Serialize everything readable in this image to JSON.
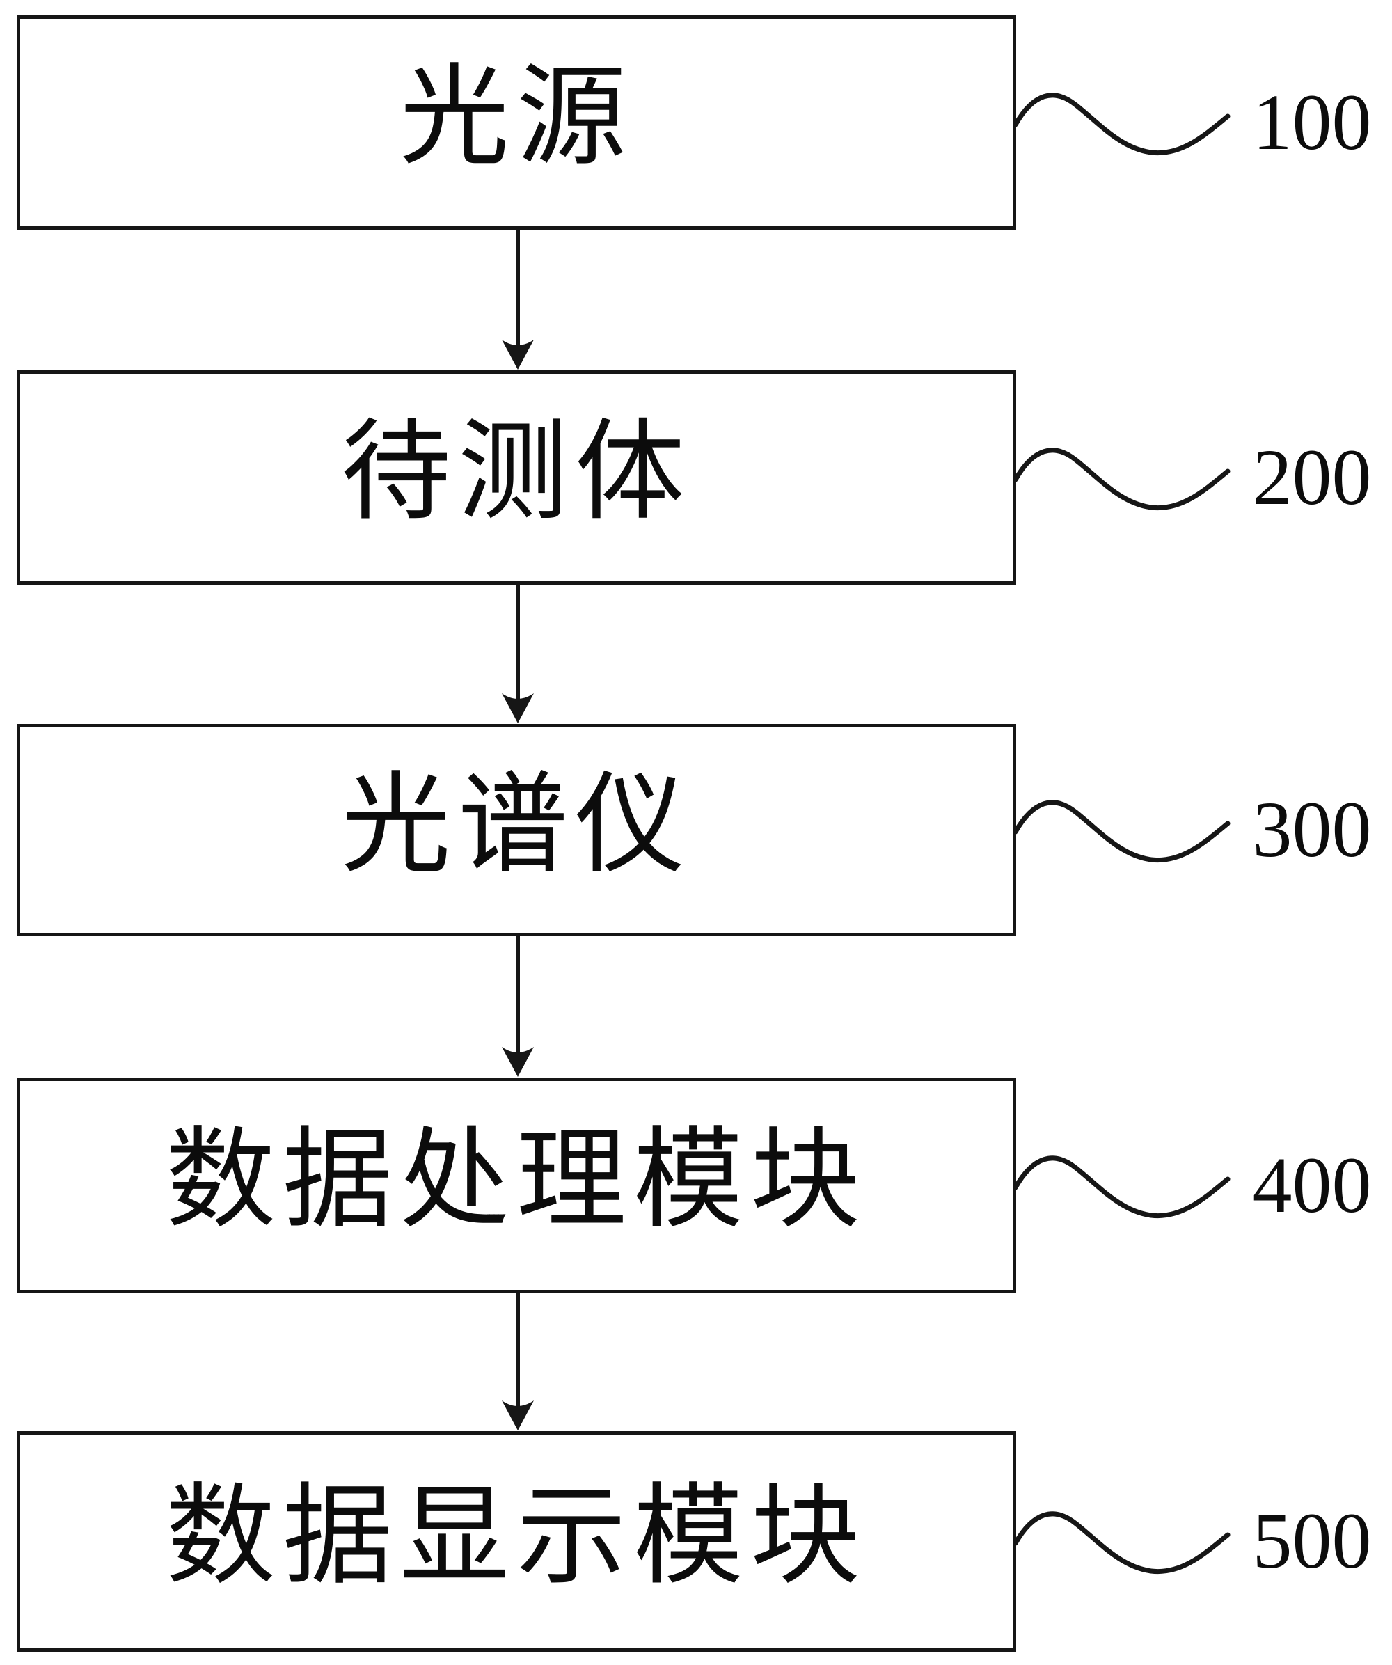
{
  "figure": {
    "modules": [
      {
        "label": "光源",
        "ref": "100"
      },
      {
        "label": "待测体",
        "ref": "200"
      },
      {
        "label": "光谱仪",
        "ref": "300"
      },
      {
        "label": "数据处理模块",
        "ref": "400"
      },
      {
        "label": "数据显示模块",
        "ref": "500"
      }
    ],
    "colors": {
      "line": "#161616",
      "text": "#0c0c0c",
      "background": "#ffffff"
    }
  }
}
